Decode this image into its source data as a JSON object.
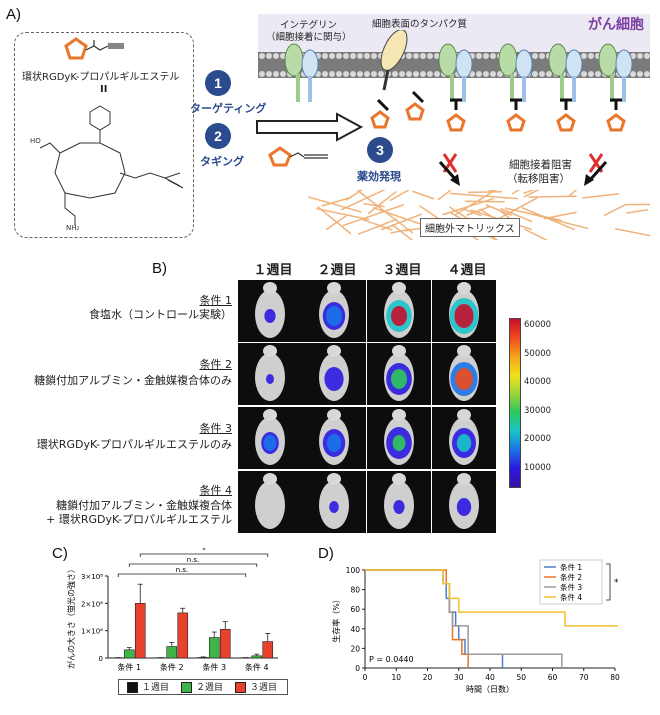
{
  "panel_labels": {
    "a": "A)",
    "b": "B)",
    "c": "C)",
    "d": "D)"
  },
  "panelA": {
    "compound_name": "環状RGDyK-プロパルギルエステル",
    "equals_sign": "II",
    "steps": [
      {
        "number": "1",
        "label": "ターゲティング"
      },
      {
        "number": "2",
        "label": "タギング"
      },
      {
        "number": "3",
        "label": "薬効発現"
      }
    ],
    "integrin_label_1": "インテグリン",
    "integrin_label_2": "（細胞接着に関与）",
    "surface_protein_label": "細胞表面のタンパク質",
    "cancer_cell_label": "がん細胞",
    "adhesion_block_1": "細胞接着阻害",
    "adhesion_block_2": "（転移阻害）",
    "ecm_label": "細胞外マトリックス",
    "colors": {
      "blue": "#2c4a8e",
      "purple": "#7a3fa0",
      "orange": "#e8762b"
    }
  },
  "panelB": {
    "weeks": [
      "１週目",
      "２週目",
      "３週目",
      "４週目"
    ],
    "conditions": [
      {
        "name": "条件 1",
        "desc_1": "食塩水（コントロール実験）",
        "desc_2": ""
      },
      {
        "name": "条件 2",
        "desc_1": "糖鎖付加アルブミン・金触媒複合体のみ",
        "desc_2": ""
      },
      {
        "name": "条件 3",
        "desc_1": "環状RGDyK-プロパルギルエステルのみ",
        "desc_2": ""
      },
      {
        "name": "条件 4",
        "desc_1": "糖鎖付加アルブミン・金触媒複合体",
        "desc_2": "+ 環状RGDyK-プロパルギルエステル"
      }
    ],
    "colorbar_ticks": [
      "60000",
      "50000",
      "40000",
      "30000",
      "20000",
      "10000"
    ]
  },
  "chart_data": [
    {
      "type": "bar",
      "title": "",
      "ylabel": "がんの大きさ（蛍光の強さ）",
      "ytick_labels": [
        "0",
        "1×10⁸",
        "2×10⁸",
        "3×10⁸"
      ],
      "ylim": [
        0,
        300000000
      ],
      "categories": [
        "条件 1",
        "条件 2",
        "条件 3",
        "条件 4"
      ],
      "series": [
        {
          "name": "１週目",
          "color": "#111111",
          "values": [
            1000000,
            1000000,
            2000000,
            1000000
          ],
          "errors": [
            500000,
            500000,
            2000000,
            500000
          ]
        },
        {
          "name": "２週目",
          "color": "#3fb548",
          "values": [
            30000000,
            42000000,
            75000000,
            8000000
          ],
          "errors": [
            8000000,
            15000000,
            20000000,
            6000000
          ]
        },
        {
          "name": "３週目",
          "color": "#e8412c",
          "values": [
            200000000,
            165000000,
            105000000,
            60000000
          ],
          "errors": [
            70000000,
            17000000,
            28000000,
            30000000
          ]
        }
      ],
      "significance": [
        {
          "from": "条件 1",
          "to": "条件 4",
          "label": "*"
        },
        {
          "from": "条件 1",
          "to": "条件 4",
          "label": "n.s."
        },
        {
          "from": "条件 1",
          "to": "条件 4",
          "label": "n.s."
        }
      ],
      "legend_position": "bottom"
    },
    {
      "type": "line",
      "title": "",
      "xlabel": "時間（日数）",
      "ylabel": "生存率（%）",
      "xlim": [
        0,
        80
      ],
      "ylim": [
        0,
        100
      ],
      "xticks": [
        "0",
        "10",
        "20",
        "30",
        "40",
        "50",
        "60",
        "70",
        "80"
      ],
      "yticks": [
        "0",
        "20",
        "40",
        "60",
        "80",
        "100"
      ],
      "annotation": "P = 0.0440",
      "significance_label": "*",
      "legend_position": "top-right",
      "series": [
        {
          "name": "条件 1",
          "color": "#4a7fc9",
          "x": [
            0,
            25,
            25,
            26,
            26,
            27,
            27,
            29,
            29,
            30,
            30,
            32,
            32,
            44,
            44
          ],
          "y": [
            100,
            100,
            86,
            86,
            71,
            71,
            57,
            57,
            43,
            43,
            29,
            29,
            14,
            14,
            0
          ]
        },
        {
          "name": "条件 2",
          "color": "#e8762b",
          "x": [
            0,
            26,
            26,
            27,
            27,
            28,
            28,
            31,
            31,
            33,
            33
          ],
          "y": [
            100,
            100,
            86,
            86,
            57,
            57,
            29,
            29,
            14,
            14,
            0
          ]
        },
        {
          "name": "条件 3",
          "color": "#9a9a9a",
          "x": [
            0,
            25,
            25,
            27,
            27,
            28,
            28,
            33,
            33,
            40,
            40,
            63,
            63
          ],
          "y": [
            100,
            100,
            86,
            86,
            57,
            57,
            43,
            43,
            14,
            14,
            14,
            14,
            0
          ]
        },
        {
          "name": "条件 4",
          "color": "#f2c12e",
          "x": [
            0,
            25,
            25,
            26,
            26,
            27,
            27,
            29,
            29,
            30,
            30,
            32,
            32,
            64,
            64,
            81
          ],
          "y": [
            100,
            100,
            86,
            86,
            86,
            86,
            71,
            71,
            71,
            71,
            57,
            57,
            57,
            57,
            43,
            43
          ]
        }
      ]
    }
  ]
}
